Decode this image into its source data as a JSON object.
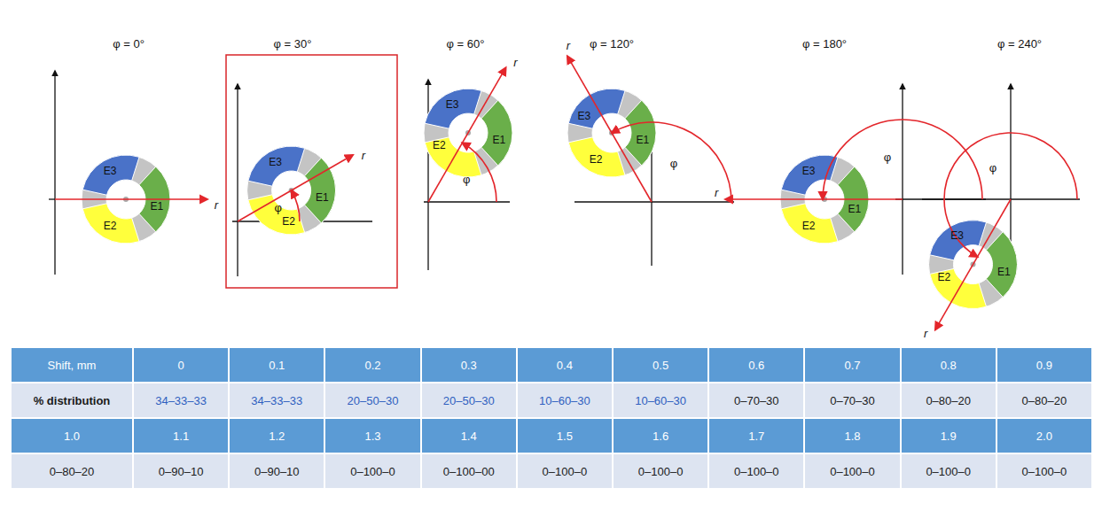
{
  "diagram": {
    "labels": [
      "φ = 0°",
      "E3",
      "E1",
      "E2",
      "r",
      "φ = 30°",
      "E3",
      "E1",
      "E2",
      "r",
      "φ",
      "φ = 60°",
      "E3",
      "E1",
      "E2",
      "r",
      "φ",
      "φ = 120°",
      "E3",
      "E1",
      "E2",
      "r",
      "φ",
      "φ = 180°",
      "E3",
      "E1",
      "E2",
      "r",
      "φ",
      "φ = 240°",
      "E3",
      "E1",
      "E2",
      "r",
      "φ",
      "Shift, mm",
      "0",
      "0.1",
      "0.2",
      "0.3",
      "0.4",
      "0.5",
      "0.6",
      "0.7",
      "0.8",
      "0.9",
      "% distribution",
      "34–33–33",
      "34–33–33",
      "20–50–30",
      "20–50–30",
      "10–60–30",
      "10–60–30",
      "0–70–30",
      "0–70–30",
      "0–80–20",
      "0–80–20",
      "1.0",
      "1.1",
      "1.2",
      "1.3",
      "1.4",
      "1.5",
      "1.6",
      "1.7",
      "1.8",
      "1.9",
      "2.0",
      "0–80–20",
      "0–90–10",
      "0–90–10",
      "0–100–0",
      "0–100–00",
      "0–100–0",
      "0–100–0",
      "0–100–0",
      "0–100–0",
      "0–100–0",
      "0–100–0"
    ]
  }
}
